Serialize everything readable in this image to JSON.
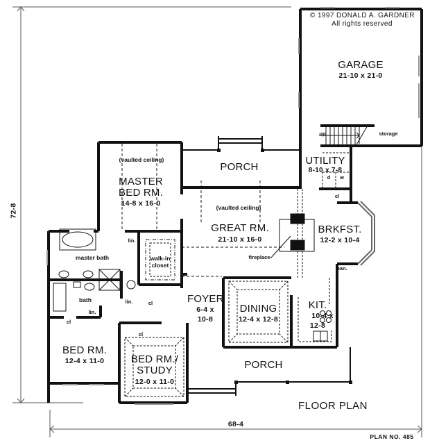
{
  "copyright": {
    "line1": "© 1997 DONALD A. GARDNER",
    "line2": "All rights reserved"
  },
  "rooms": {
    "garage": {
      "name": "GARAGE",
      "dims": "21-10 x 21-0"
    },
    "utility": {
      "name": "UTILITY",
      "dims": "8-10 x 7-8"
    },
    "porch_rear": {
      "name": "PORCH"
    },
    "master_bed": {
      "name_line1": "MASTER",
      "name_line2": "BED RM.",
      "dims": "14-8 x 16-0",
      "note": "(vaulted ceiling)"
    },
    "great_room": {
      "name": "GREAT RM.",
      "dims": "21-10 x 16-0",
      "note": "(vaulted ceiling)"
    },
    "breakfast": {
      "name": "BRKFST.",
      "dims": "12-2 x 10-4"
    },
    "foyer": {
      "name": "FOYER",
      "dims_line1": "6-4 x",
      "dims_line2": "10-8"
    },
    "dining": {
      "name": "DINING",
      "dims": "12-4 x 12-8"
    },
    "kitchen": {
      "name": "KIT.",
      "dims_line1": "10-4 x",
      "dims_line2": "12-8"
    },
    "bed_room": {
      "name": "BED RM.",
      "dims": "12-4 x 11-0"
    },
    "bed_study": {
      "name_line1": "BED RM./",
      "name_line2": "STUDY",
      "dims": "12-0 x 11-0"
    },
    "porch_front": {
      "name": "PORCH"
    },
    "master_bath": {
      "name": "master bath"
    },
    "bath": {
      "name": "bath"
    },
    "walk_in_closet": {
      "line1": "walk-in",
      "line2": "closet"
    }
  },
  "small_labels": {
    "up": "up",
    "storage": "storage",
    "dryer": "d",
    "washer": "w",
    "closet": "cl",
    "linen": "lin.",
    "pantry": "pan.",
    "fireplace": "fireplace"
  },
  "dimensions": {
    "overall_depth": "72-8",
    "overall_width": "68-4"
  },
  "footer": {
    "title": "FLOOR PLAN",
    "plan_number": "PLAN NO. 485"
  }
}
